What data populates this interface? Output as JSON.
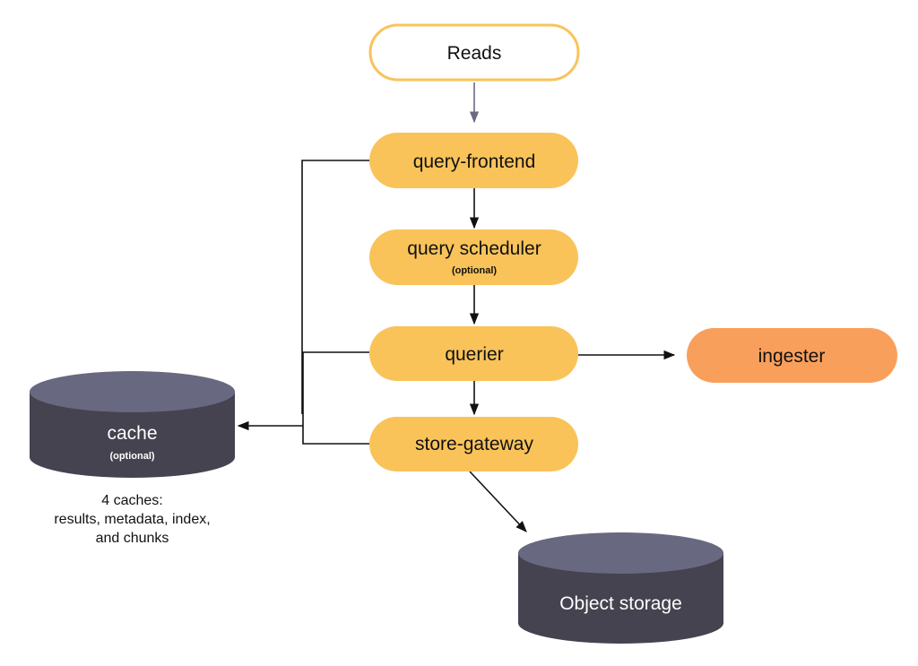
{
  "colors": {
    "component_fill": "#f9c35a",
    "ingester_fill": "#f99f5c",
    "reads_border": "#f9c35a",
    "cylinder_top": "#686880",
    "cylinder_body": "#45434f",
    "connector": "#111111",
    "reads_arrow": "#6b6b80"
  },
  "nodes": {
    "reads": {
      "label": "Reads"
    },
    "query_frontend": {
      "label": "query-frontend"
    },
    "query_scheduler": {
      "label": "query scheduler",
      "sublabel": "(optional)"
    },
    "querier": {
      "label": "querier"
    },
    "ingester": {
      "label": "ingester"
    },
    "store_gateway": {
      "label": "store-gateway"
    },
    "cache": {
      "label": "cache",
      "sublabel": "(optional)"
    },
    "object_storage": {
      "label": "Object storage"
    }
  },
  "cache_note": {
    "lines": [
      "4 caches:",
      "results, metadata, index,",
      "and chunks"
    ]
  },
  "edges": [
    {
      "from": "reads",
      "to": "query_frontend"
    },
    {
      "from": "query_frontend",
      "to": "query_scheduler"
    },
    {
      "from": "query_scheduler",
      "to": "querier"
    },
    {
      "from": "querier",
      "to": "store_gateway"
    },
    {
      "from": "querier",
      "to": "ingester"
    },
    {
      "from": "store_gateway",
      "to": "object_storage"
    },
    {
      "from": "query_frontend",
      "to": "cache"
    },
    {
      "from": "querier",
      "to": "cache"
    },
    {
      "from": "store_gateway",
      "to": "cache"
    }
  ]
}
